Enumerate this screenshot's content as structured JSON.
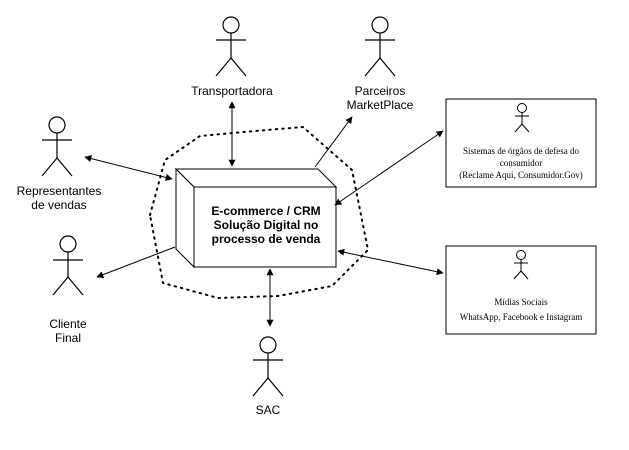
{
  "diagram": {
    "center": {
      "lines": [
        "E-commerce / CRM",
        "Solução Digital no",
        "processo de venda"
      ]
    },
    "actors": {
      "transportadora": {
        "lines": [
          "Transportadora"
        ]
      },
      "parceiros": {
        "lines": [
          "Parceiros",
          "MarketPlace"
        ]
      },
      "representantes": {
        "lines": [
          "Representantes",
          "de vendas"
        ]
      },
      "cliente": {
        "lines": [
          "Cliente",
          "Final"
        ]
      },
      "sac": {
        "lines": [
          "SAC"
        ]
      }
    },
    "boxes": {
      "defesa": {
        "lines": [
          "Sistemas de órgãos de defesa do",
          "consumidor",
          "(Reclame Aqui, Consumidor.Gov)"
        ]
      },
      "midias": {
        "lines": [
          "Mídias Sociais",
          "WhatsApp, Facebook e Instagram"
        ]
      }
    }
  }
}
